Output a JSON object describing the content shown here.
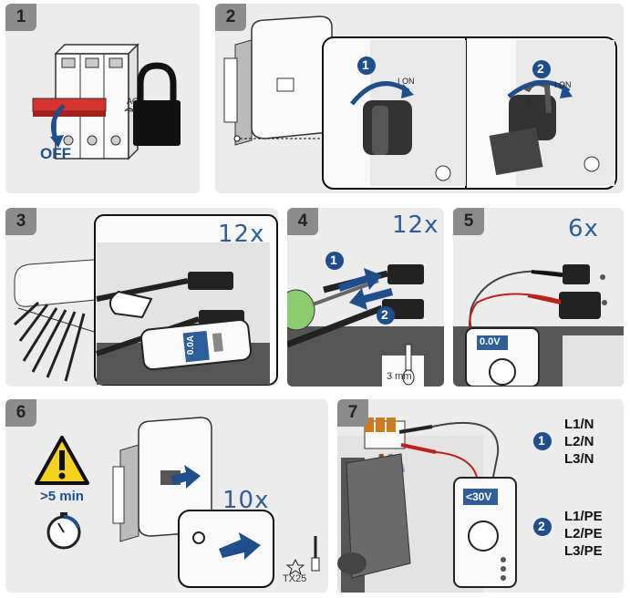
{
  "steps": [
    {
      "number": "1",
      "off_label": "OFF",
      "ac_label": "AC",
      "ac_symbol": "~"
    },
    {
      "number": "2",
      "switch_label_a": "I ON",
      "switch_label_b": "I ON",
      "switch_zero": "0",
      "callout_1": "1",
      "callout_2": "2"
    },
    {
      "number": "3",
      "count": "12x",
      "display_value": "0.0A"
    },
    {
      "number": "4",
      "count": "12x",
      "callout_1": "1",
      "callout_2": "2",
      "tool_size": "3 mm"
    },
    {
      "number": "5",
      "count": "6x",
      "display_value": "0.0V"
    },
    {
      "number": "6",
      "wait_label": ">5 min",
      "count": "10x",
      "tool_size": "TX25"
    },
    {
      "number": "7",
      "display_value": "<30V",
      "callout_1": "1",
      "callout_2": "2",
      "group_1": [
        "L1/N",
        "L2/N",
        "L3/N"
      ],
      "group_2": [
        "L1/PE",
        "L2/PE",
        "L3/PE"
      ]
    }
  ],
  "colors": {
    "panel": "#ececec",
    "badge": "#8c8c8c",
    "accent": "#1e4e8c",
    "warning": "#f2d21b"
  }
}
